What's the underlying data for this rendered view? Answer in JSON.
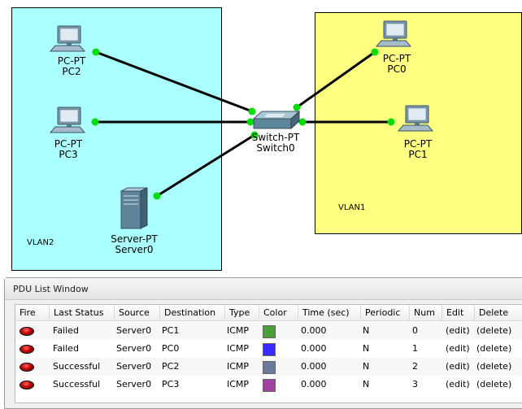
{
  "topology": {
    "regions": [
      {
        "label": "VLAN2",
        "color": "#aaffff"
      },
      {
        "label": "VLAN1",
        "color": "#ffff80"
      }
    ],
    "devices": [
      {
        "key": "pc2",
        "type": "PC-PT",
        "name": "PC2",
        "icon": "pc-icon"
      },
      {
        "key": "pc3",
        "type": "PC-PT",
        "name": "PC3",
        "icon": "pc-icon"
      },
      {
        "key": "server0",
        "type": "Server-PT",
        "name": "Server0",
        "icon": "server-icon"
      },
      {
        "key": "switch0",
        "type": "Switch-PT",
        "name": "Switch0",
        "icon": "switch-icon"
      },
      {
        "key": "pc0",
        "type": "PC-PT",
        "name": "PC0",
        "icon": "pc-icon"
      },
      {
        "key": "pc1",
        "type": "PC-PT",
        "name": "PC1",
        "icon": "pc-icon"
      }
    ],
    "link_status_color": "#00dd00"
  },
  "pdu": {
    "title": "PDU List Window",
    "columns": [
      "Fire",
      "Last Status",
      "Source",
      "Destination",
      "Type",
      "Color",
      "Time (sec)",
      "Periodic",
      "Num",
      "Edit",
      "Delete"
    ],
    "rows": [
      {
        "last_status": "Failed",
        "source": "Server0",
        "destination": "PC1",
        "type": "ICMP",
        "color": "#4a9e3c",
        "time": "0.000",
        "periodic": "N",
        "num": "0",
        "edit": "(edit)",
        "delete": "(delete)"
      },
      {
        "last_status": "Failed",
        "source": "Server0",
        "destination": "PC0",
        "type": "ICMP",
        "color": "#3a2aff",
        "time": "0.000",
        "periodic": "N",
        "num": "1",
        "edit": "(edit)",
        "delete": "(delete)"
      },
      {
        "last_status": "Successful",
        "source": "Server0",
        "destination": "PC2",
        "type": "ICMP",
        "color": "#6a7a9a",
        "time": "0.000",
        "periodic": "N",
        "num": "2",
        "edit": "(edit)",
        "delete": "(delete)"
      },
      {
        "last_status": "Successful",
        "source": "Server0",
        "destination": "PC3",
        "type": "ICMP",
        "color": "#a040a0",
        "time": "0.000",
        "periodic": "N",
        "num": "3",
        "edit": "(edit)",
        "delete": "(delete)"
      }
    ]
  }
}
